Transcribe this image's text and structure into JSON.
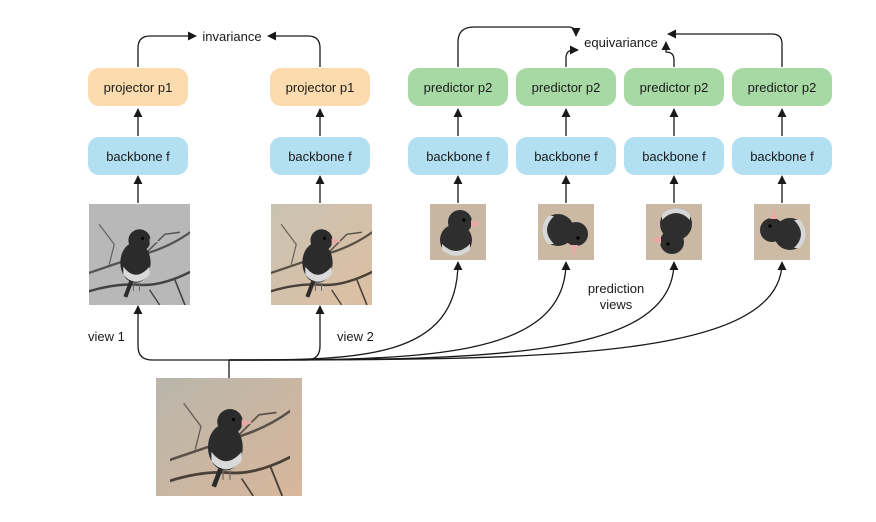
{
  "labels": {
    "invariance": "invariance",
    "equivariance": "equivariance",
    "view1": "view 1",
    "view2": "view 2",
    "prediction_views_line1": "prediction",
    "prediction_views_line2": "views"
  },
  "modules": {
    "projector": "projector p1",
    "predictor": "predictor p2",
    "backbone": "backbone f"
  },
  "colors": {
    "projector_fill": "#fcdcae",
    "predictor_fill": "#a7d9a4",
    "backbone_fill": "#b3dff3",
    "arrow": "#1a1a1a"
  },
  "images": {
    "source": "source bird photograph",
    "view1": "grayscale bird crop",
    "view2": "color-jittered bird crop",
    "prediction_views": [
      "rotated bird crop 0°",
      "rotated bird crop 90°",
      "rotated bird crop 180°",
      "rotated bird crop 270°"
    ]
  }
}
